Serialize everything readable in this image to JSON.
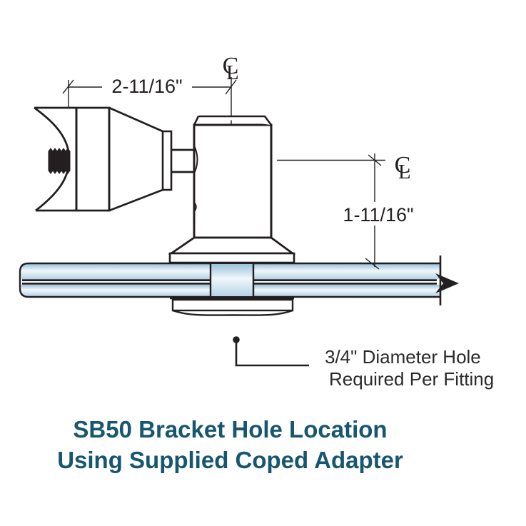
{
  "annotations": {
    "dim_top": "2-11/16\"",
    "dim_side": "1-11/16\"",
    "hole_note_line1": "3/4\" Diameter Hole",
    "hole_note_line2": "Required Per Fitting",
    "centerline_c": "C",
    "centerline_l": "L"
  },
  "title": {
    "line1": "SB50 Bracket Hole Location",
    "line2": "Using Supplied Coped Adapter"
  },
  "colors": {
    "line": "#231f20",
    "title_text": "#17566f",
    "note_text": "#2a2a2a",
    "glass_edge": "#9cc2dc",
    "glass_center": "#f2f7fb",
    "glass_bottom": "#b5d3e8"
  }
}
